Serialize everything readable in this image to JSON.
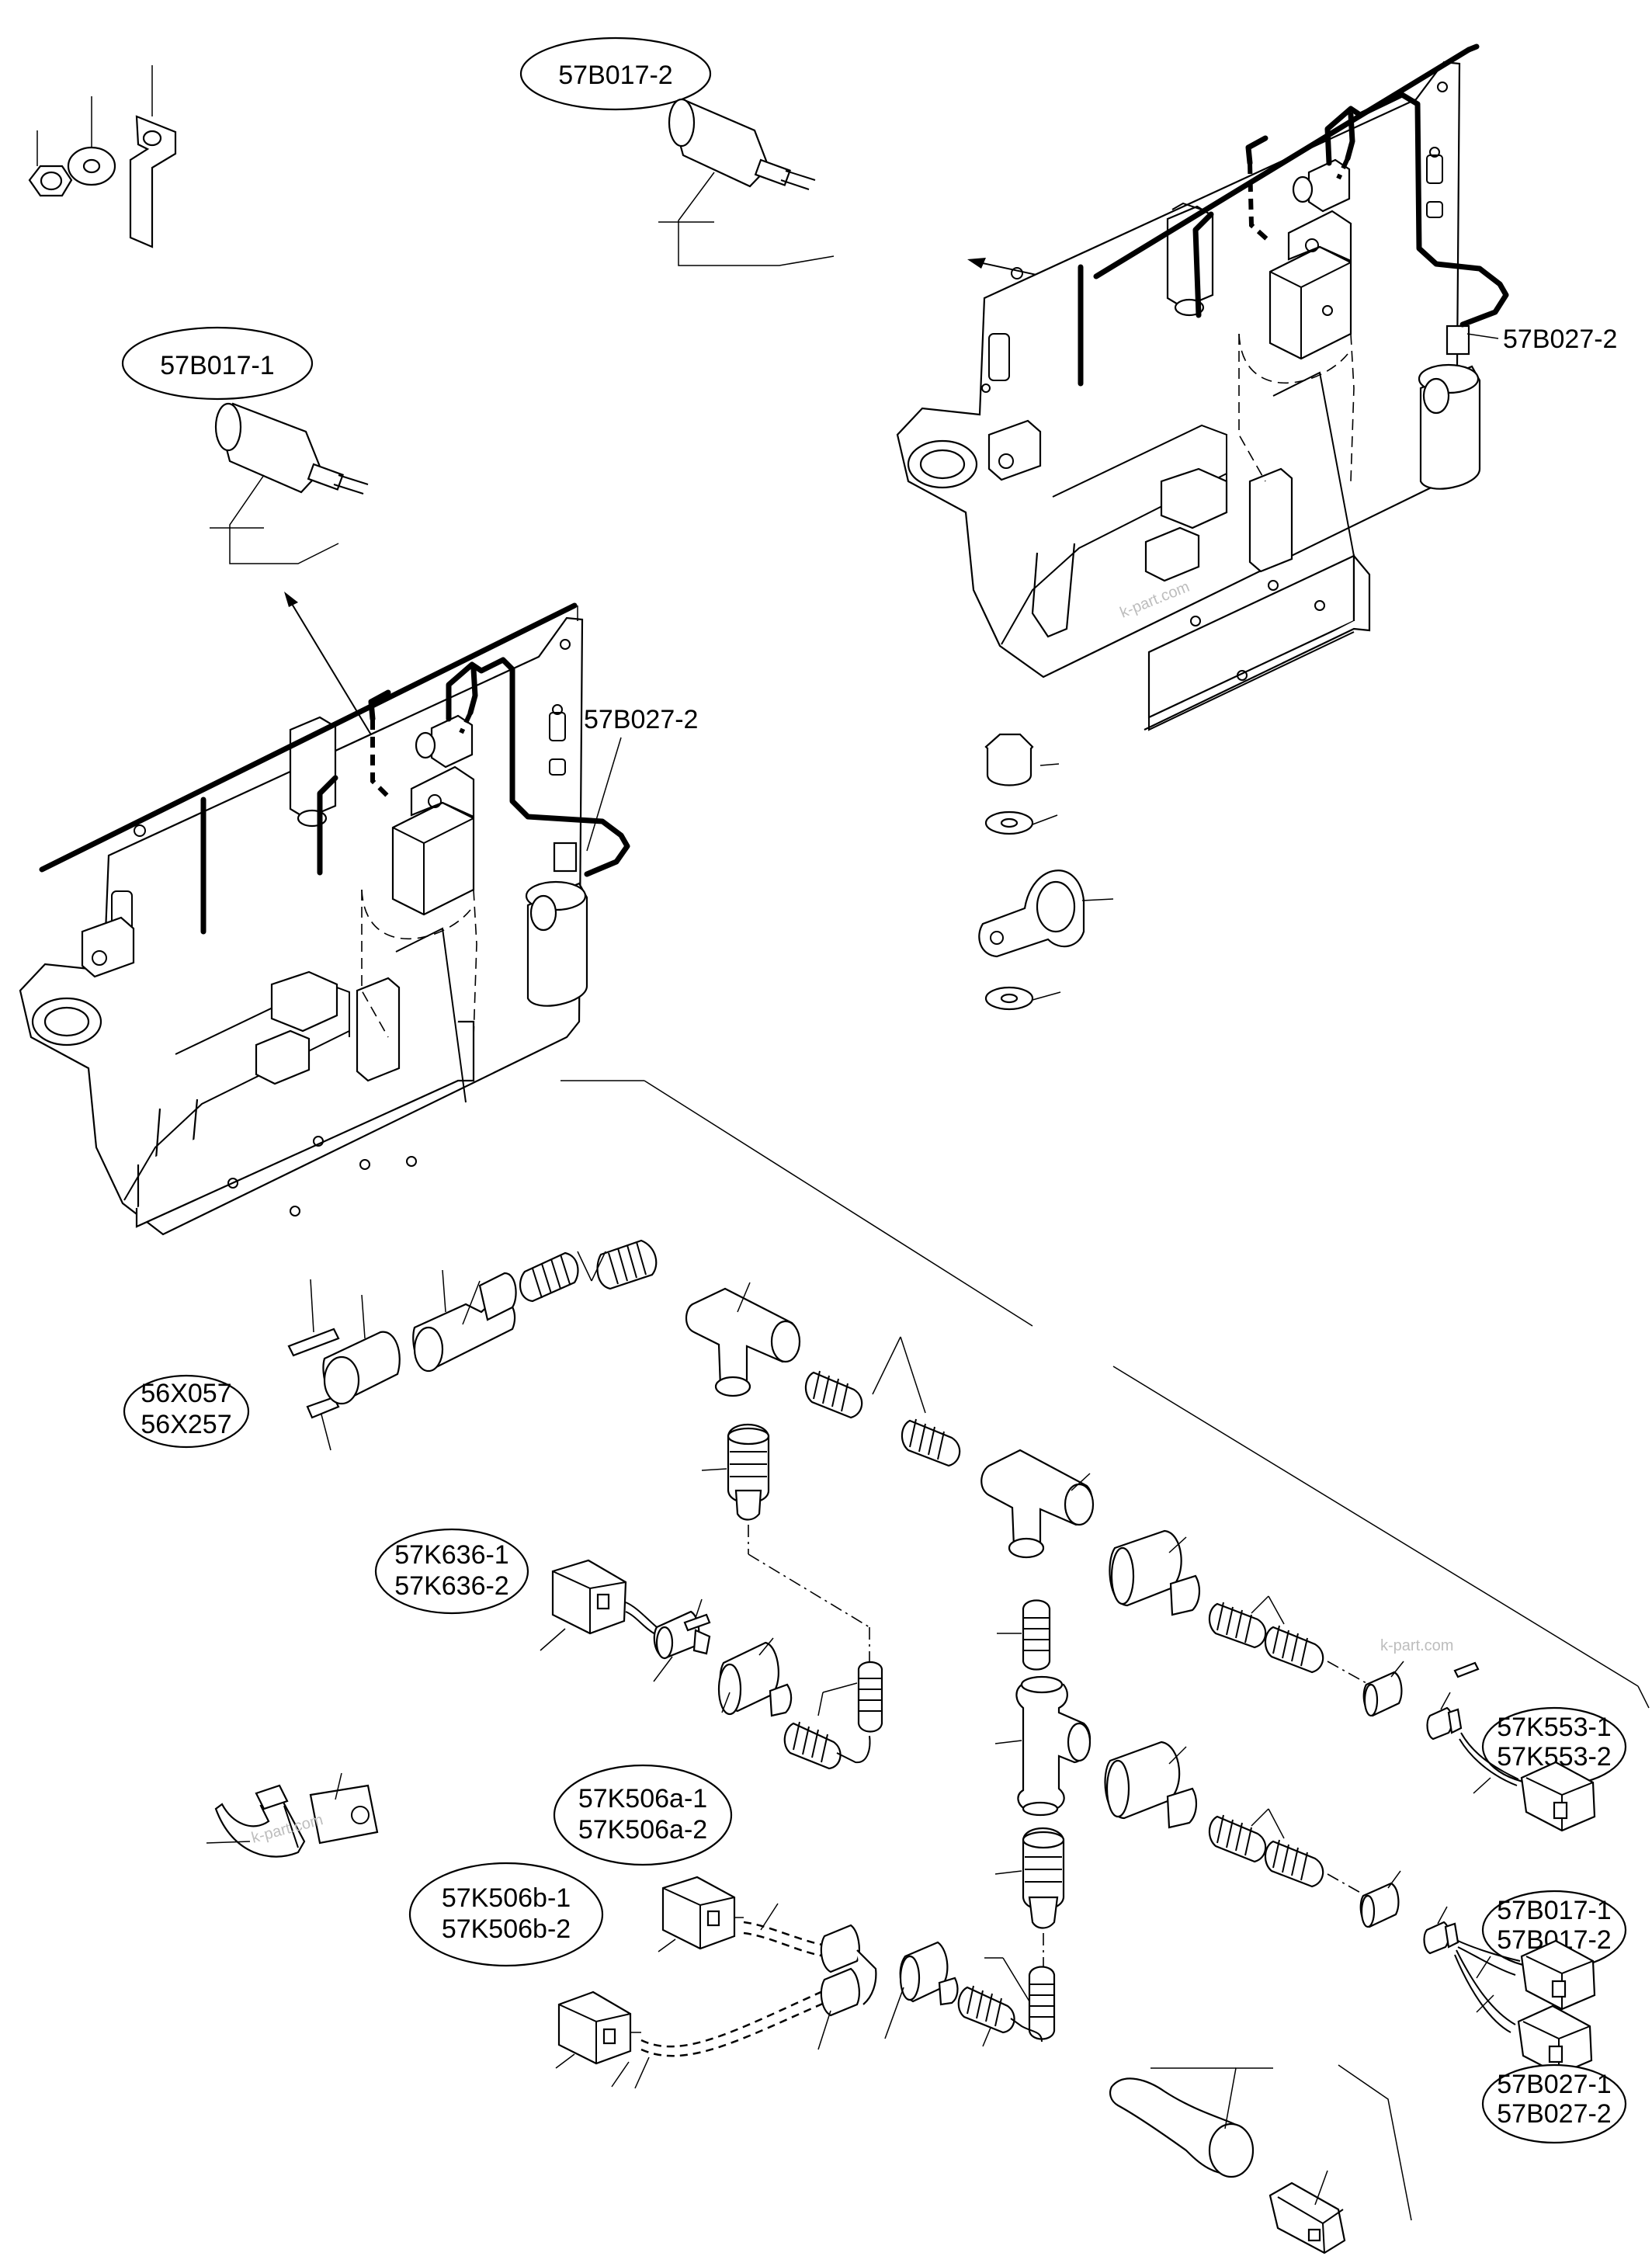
{
  "labels": {
    "b017_2_top": "57B017-2",
    "b017_1_top": "57B017-1",
    "b027_2_right": "57B027-2",
    "b027_2_left": "57B027-2",
    "x057": "56X057",
    "x257": "56X257",
    "k636_1": "57K636-1",
    "k636_2": "57K636-2",
    "k553_1": "57K553-1",
    "k553_2": "57K553-2",
    "k506a_1": "57K506a-1",
    "k506a_2": "57K506a-2",
    "k506b_1": "57K506b-1",
    "k506b_2": "57K506b-2",
    "b017_1_r": "57B017-1",
    "b017_2_r": "57B017-2",
    "b027_1_r": "57B027-1",
    "b027_2_r": "57B027-2"
  },
  "watermark": "k-part.com"
}
